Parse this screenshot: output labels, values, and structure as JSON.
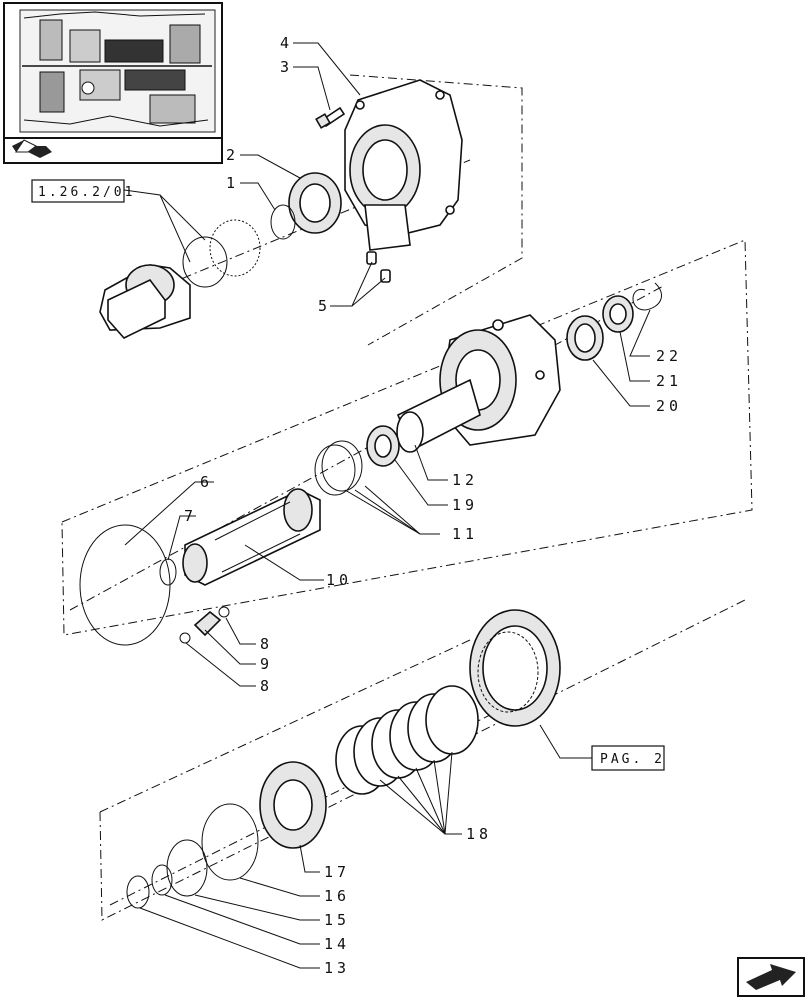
{
  "figure": {
    "reference_boxes": [
      "1.26.2/01",
      "PAG. 2"
    ],
    "callouts": [
      "1",
      "2",
      "3",
      "4",
      "5",
      "6",
      "7",
      "8",
      "8",
      "9",
      "10",
      "11",
      "12",
      "13",
      "14",
      "15",
      "16",
      "17",
      "18",
      "19",
      "20",
      "21",
      "22"
    ]
  }
}
